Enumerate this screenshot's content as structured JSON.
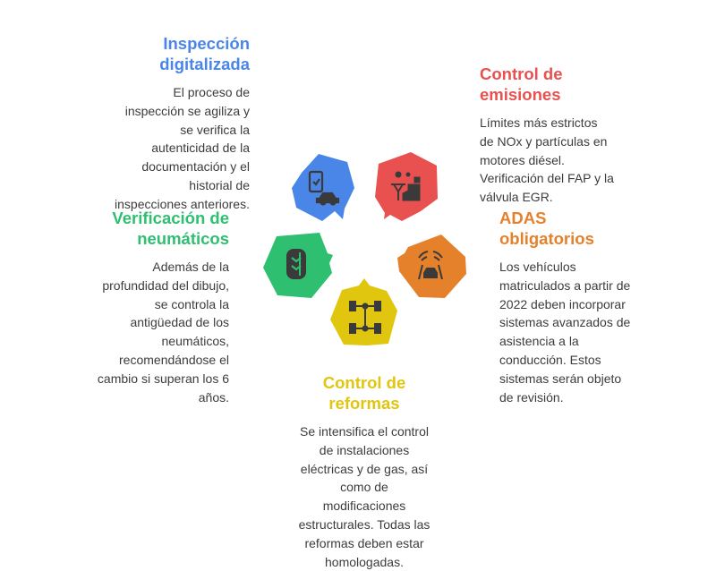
{
  "colors": {
    "blue": "#4a86e8",
    "red": "#e8514f",
    "green": "#2fbf71",
    "orange": "#e5812b",
    "yellow": "#e0c60f",
    "text": "#3c3c3c",
    "icon": "#3a3a3a"
  },
  "sections": {
    "inspeccion": {
      "title": [
        "Inspección",
        "digitalizada"
      ],
      "icon": "phone-check-car-icon",
      "body": [
        "El proceso de",
        "inspección se agiliza y",
        "se verifica la",
        "autenticidad de la",
        "documentación y el",
        "historial de",
        "inspecciones anteriores."
      ]
    },
    "emisiones": {
      "title": [
        "Control de",
        "emisiones"
      ],
      "icon": "factory-emissions-icon",
      "body": [
        "Límites más estrictos",
        "de NOx y partículas en",
        "motores diésel.",
        "Verificación del FAP y la",
        "válvula EGR."
      ]
    },
    "adas": {
      "title": [
        "ADAS",
        "obligatorios"
      ],
      "icon": "car-sensors-icon",
      "body": [
        "Los vehículos",
        "matriculados a partir de",
        "2022 deben incorporar",
        "sistemas avanzados de",
        "asistencia a la",
        "conducción. Estos",
        "sistemas serán objeto",
        "de revisión."
      ]
    },
    "neumaticos": {
      "title": [
        "Verificación de",
        "neumáticos"
      ],
      "icon": "tire-icon",
      "body": [
        "Además de la",
        "profundidad del dibujo,",
        "se controla la",
        "antigüedad de los",
        "neumáticos,",
        "recomendándose el",
        "cambio si superan los 6",
        "años."
      ]
    },
    "reformas": {
      "title": [
        "Control de",
        "reformas"
      ],
      "icon": "chassis-axle-icon",
      "body": [
        "Se intensifica el control",
        "de instalaciones",
        "eléctricas y de gas, así",
        "como de",
        "modificaciones",
        "estructurales. Todas las",
        "reformas deben estar",
        "homologadas."
      ]
    }
  }
}
